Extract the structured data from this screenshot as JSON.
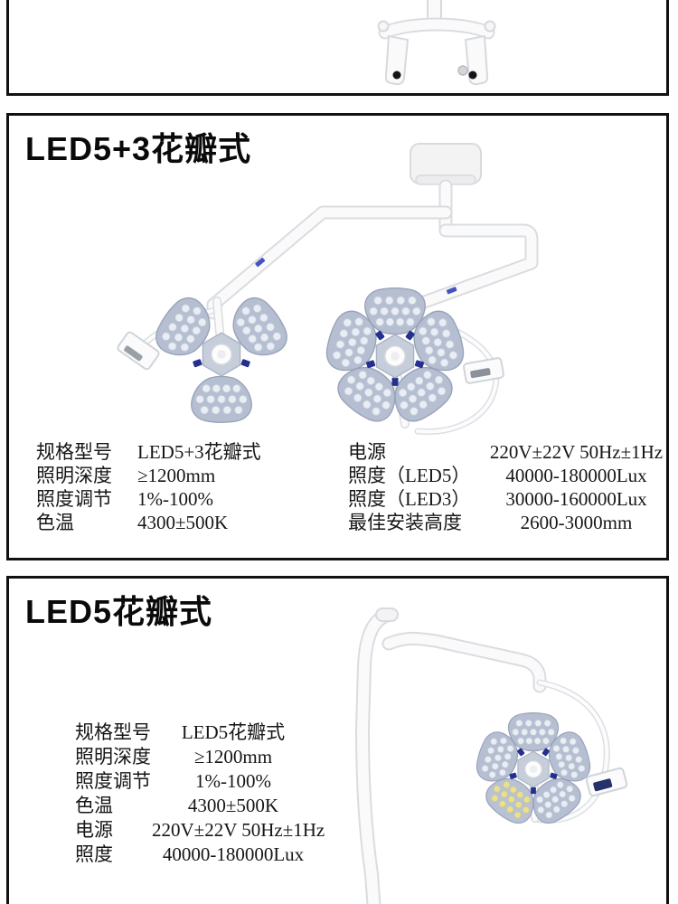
{
  "page": {
    "background": "#ffffff",
    "section_border_color": "#111111"
  },
  "colors": {
    "petal_body": "#b6bfd2",
    "petal_edge": "#99a3b8",
    "led_white": "#e9edf4",
    "led_yellow": "#e9e18e",
    "connector_blue": "#25308e",
    "arm_white": "#fafafb",
    "arm_edge": "#d9dce1",
    "display_navy": "#26316b",
    "foot_dot_black": "#151515",
    "text_color": "#161616"
  },
  "section_previous": {
    "image_alt": "partial photo: white fork mount of previous lamp, cropped at top"
  },
  "section_led53": {
    "title": "LED5+3花瓣式",
    "image_alt": "ceiling-mounted dual surgical lamp with 3-petal and 5-petal LED heads",
    "specs_left": [
      {
        "label": "规格型号",
        "value": "LED5+3花瓣式"
      },
      {
        "label": "照明深度",
        "value": "≥1200mm"
      },
      {
        "label": "照度调节",
        "value": "1%-100%"
      },
      {
        "label": "色温",
        "value": "4300±500K"
      }
    ],
    "specs_right": [
      {
        "label": "电源",
        "value": "220V±22V 50Hz±1Hz"
      },
      {
        "label": "照度（LED5）",
        "value": "40000-180000Lux"
      },
      {
        "label": "照度（LED3）",
        "value": "30000-160000Lux"
      },
      {
        "label": "最佳安装高度",
        "value": "2600-3000mm"
      }
    ]
  },
  "section_led5": {
    "title": "LED5花瓣式",
    "image_alt": "stand-mounted single 5-petal LED surgical lamp",
    "specs": [
      {
        "label": "规格型号",
        "value": "LED5花瓣式"
      },
      {
        "label": "照明深度",
        "value": "≥1200mm"
      },
      {
        "label": "照度调节",
        "value": "1%-100%"
      },
      {
        "label": "色温",
        "value": "4300±500K"
      },
      {
        "label": "电源",
        "value": "220V±22V 50Hz±1Hz"
      },
      {
        "label": "照度",
        "value": "40000-180000Lux"
      }
    ]
  }
}
